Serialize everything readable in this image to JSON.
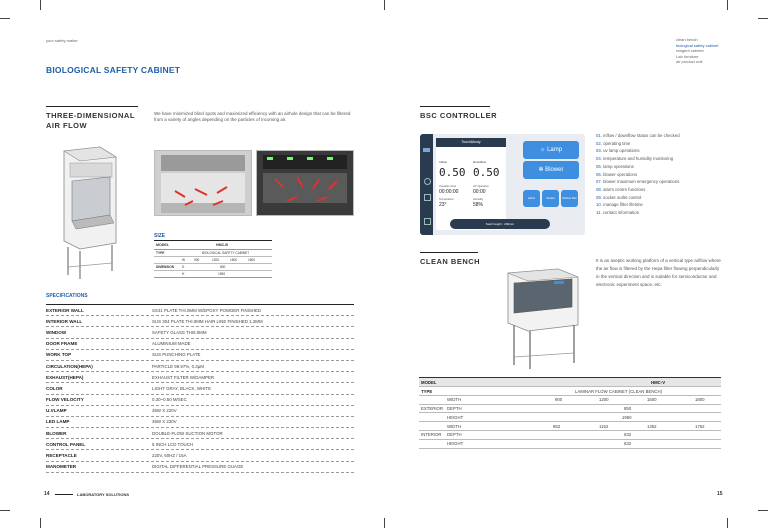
{
  "header": {
    "left_tagline": "your safety maker",
    "right_menu": [
      "clean bench",
      "biological safety cabinet",
      "reagent cabinet",
      "Lab furniture",
      "air product unit"
    ]
  },
  "left_page": {
    "title": "BIOLOGICAL SAFETY CABINET",
    "airflow": {
      "heading_line1": "THREE-DIMENSIONAL",
      "heading_line2": "AIR FLOW",
      "description": "We have minimized blind spots and maximized efficiency with an airhole design that can be filtered from a variety of angles depending on the particles of incoming air."
    },
    "size": {
      "label": "SIZE",
      "model_key": "MODEL",
      "model_val": "HMC-B",
      "type_key": "TYPE",
      "type_val": "BIOLOGICAL SAFETY CABINET",
      "dim_key": "DIMENSION",
      "dim_w": "W",
      "dim_d": "D",
      "dim_h": "H",
      "widths": [
        "900",
        "1200",
        "1500",
        "1800"
      ],
      "depth": "800",
      "height": "1950"
    },
    "spec_title": "SPECIFICATIONS",
    "specs": [
      {
        "k": "EXTERIOR WALL",
        "v": "SS41 PLATE THI.0MM W/EPOXY POWDER FINISHED"
      },
      {
        "k": "INTERIOR WALL",
        "v": "SUS 304 PLATE THI.0MM HAIR LINE FINISHED 1.2MM"
      },
      {
        "k": "WINDOW",
        "v": "SAFETY GLASS THI5.0MM"
      },
      {
        "k": "DOOR FRAME",
        "v": "ALUMINIUM MADE"
      },
      {
        "k": "WORK TOP",
        "v": "SUS PUNCHING PLATE"
      },
      {
        "k": "CIRCULATION(HEPA)",
        "v": "PARTICLE 99.97%, 0.3μM"
      },
      {
        "k": "EXHAUST(HEPA)",
        "v": "EXHAUST FILTER W/DAMPER"
      },
      {
        "k": "COLOR",
        "v": "LIGHT GRAY, BLACK, WHITE"
      },
      {
        "k": "FLOW VELOCITY",
        "v": "0.30~0.50 M/SEC"
      },
      {
        "k": "U.VLAMP",
        "v": "36W X 220V"
      },
      {
        "k": "LED LAMP",
        "v": "36W X 220V"
      },
      {
        "k": "BLOWER",
        "v": "DOUBLE-FLOW SUCTION MOTOR"
      },
      {
        "k": "CONTROL PANEL",
        "v": "5 INCH LCD TOUCH"
      },
      {
        "k": "RECEPTACLE",
        "v": "220V, 60HZ / 15A"
      },
      {
        "k": "MANOMETER",
        "v": "DIGITAL DIFFERENTIAL PRESSURE GUAGE"
      }
    ],
    "footer_page": "14",
    "footer_label": "LABORATORY SOLUTIONS"
  },
  "right_page": {
    "bsc_title": "BSC CONTROLLER",
    "panel": {
      "header": "Touch&body",
      "inflow": "Inflow",
      "downflow": "Downflow",
      "inflow_val": "0.50",
      "downflow_val": "0.50",
      "op_time_label": "Operation time",
      "op_time": "00:00:00",
      "uv_label": "UV Operation",
      "uv": "00:00",
      "temp_label": "Temperature",
      "temp": "23°",
      "hum_label": "Humidity",
      "hum": "58%",
      "lamp": "Lamp",
      "blower": "Blower",
      "btn1": "Alarm",
      "btn2": "Socket",
      "btn3": "Window Max",
      "sash": "Sash height : 200mm"
    },
    "features": [
      "inflow / downflow status can be checked",
      "operating time",
      "uv lamp operations",
      "temperature and humidity monitoring",
      "lamp operations",
      "blower operations",
      "blower maximum emergency operations",
      "alarm centre functions",
      "socket outlet control",
      "manage filter lifetime",
      "contact information"
    ],
    "clean_title": "CLEAN BENCH",
    "clean_desc": "It is an aseptic working platform of a vertical type airflow where the air flow is filtered by the Hepa filter flowing perpendicularly in the vertical direction and is suitable for semiconductor and electronic experiment space, etc.",
    "table": {
      "model_key": "MODEL",
      "model_val": "HMC-V",
      "type_key": "TYPE",
      "type_val": "LAMINAR FLOW CABINET (CLEAN BENCH)",
      "exterior": "EXTERIOR",
      "interior": "INTERIOR",
      "width": "WIDTH",
      "depth": "DEPTH",
      "height": "HEIGHT",
      "ext_widths": [
        "900",
        "1200",
        "1500",
        "1800"
      ],
      "ext_depth": "850",
      "ext_height": "1950",
      "int_widths": [
        "852",
        "1152",
        "1452",
        "1752"
      ],
      "int_depth": "632",
      "int_height": "632"
    },
    "footer_page": "15"
  },
  "colors": {
    "accent": "#1f5fa8",
    "button": "#3e8fe0"
  }
}
